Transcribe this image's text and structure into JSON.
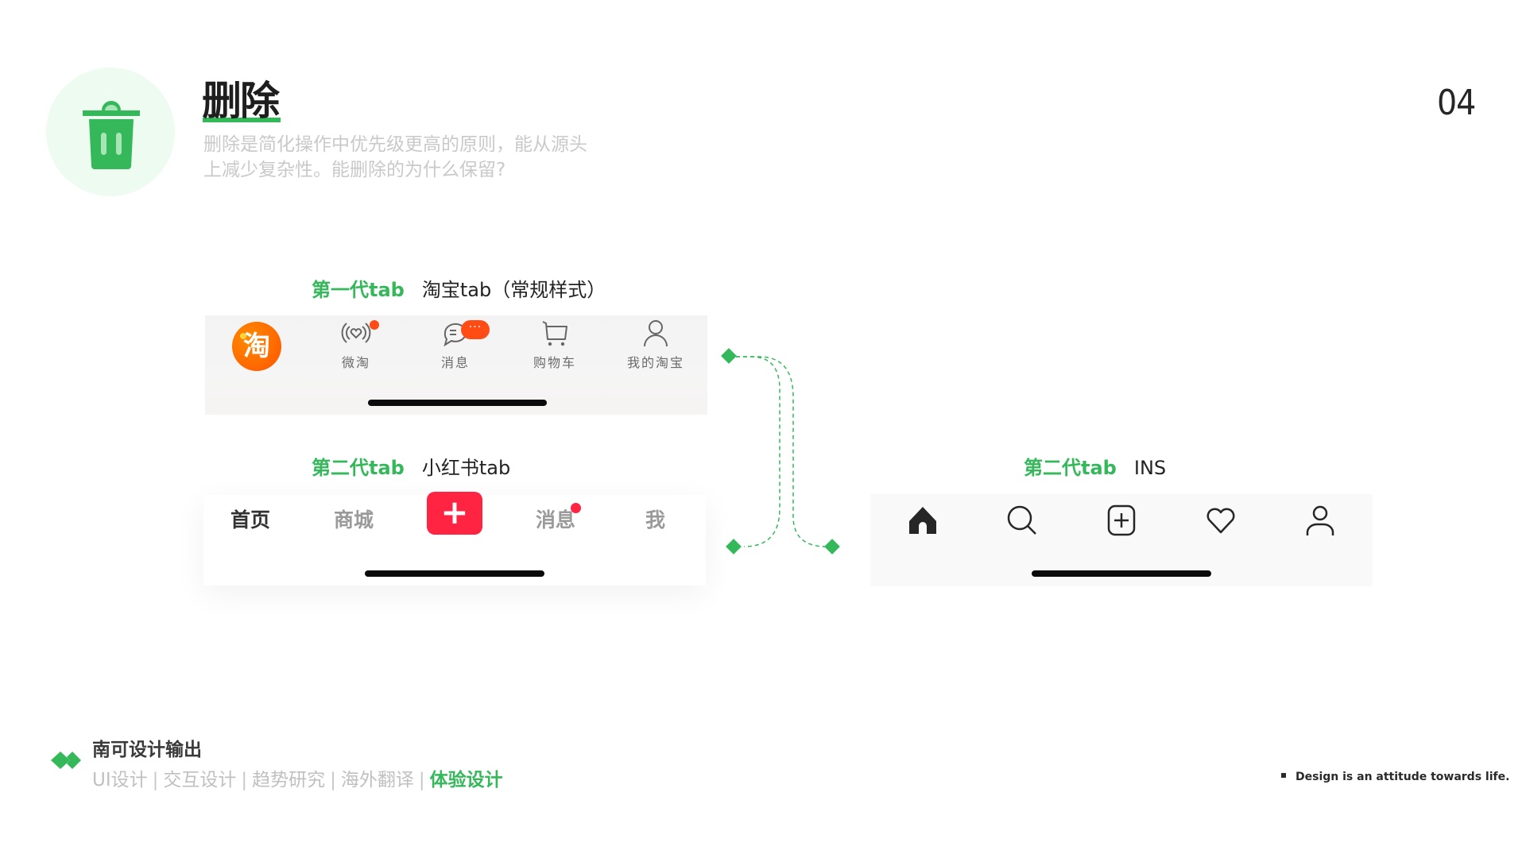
{
  "header": {
    "title": "删除",
    "subtitle_line1": "删除是简化操作中优先级更高的原则，能从源头",
    "subtitle_line2": "上减少复杂性。能删除的为什么保留?",
    "page_number": "04",
    "icon": "trash-icon"
  },
  "sections": {
    "taobao": {
      "generation": "第一代tab",
      "name": "淘宝tab（常规样式）",
      "logo_char": "淘",
      "items": [
        {
          "label": "微淘",
          "icon": "weitao-heart-signal-icon",
          "badge": "dot"
        },
        {
          "label": "消息",
          "icon": "chat-bubble-icon",
          "badge": "···"
        },
        {
          "label": "购物车",
          "icon": "cart-icon"
        },
        {
          "label": "我的淘宝",
          "icon": "person-icon"
        }
      ]
    },
    "xiaohongshu": {
      "generation": "第二代tab",
      "name": "小红书tab",
      "items": [
        {
          "label": "首页",
          "active": true
        },
        {
          "label": "商城"
        },
        {
          "label": "+",
          "type": "publish"
        },
        {
          "label": "消息",
          "badge": "dot"
        },
        {
          "label": "我"
        }
      ]
    },
    "ins": {
      "generation": "第二代tab",
      "name": "INS",
      "items": [
        {
          "icon": "home-icon",
          "active": true
        },
        {
          "icon": "search-icon"
        },
        {
          "icon": "add-square-icon"
        },
        {
          "icon": "heart-icon"
        },
        {
          "icon": "person-icon"
        }
      ]
    }
  },
  "footer": {
    "title": "南可设计输出",
    "tags": [
      "UI设计",
      "交互设计",
      "趋势研究",
      "海外翻译",
      "体验设计"
    ],
    "separator": "|",
    "active_tag": "体验设计",
    "tagline": "Design is an attitude towards life."
  },
  "colors": {
    "accent_green": "#34b85a",
    "light_green_bg": "#eefbf1",
    "taobao_orange": "#ff5000",
    "xhs_red": "#ff2442"
  }
}
